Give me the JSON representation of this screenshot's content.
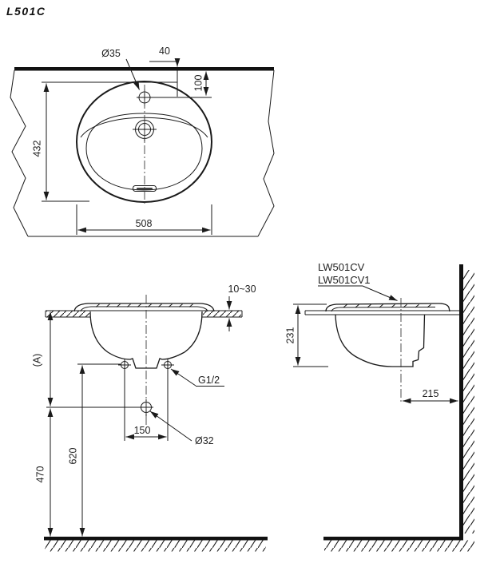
{
  "title": "L501C",
  "top_view": {
    "faucet_hole_dia": "Ø35",
    "hole_edge_offset": "40",
    "hole_center_depth": "100",
    "basin_depth": "432",
    "basin_width": "508"
  },
  "front_view": {
    "counter_thickness": "10~30",
    "height_reference": "(A)",
    "supply_thread": "G1/2",
    "supply_hole_spacing": "150",
    "drain_dia": "Ø32",
    "supply_height": "620",
    "drain_height": "470"
  },
  "side_view": {
    "model_1": "LW501CV",
    "model_2": "LW501CV1",
    "bowl_depth": "231",
    "drain_wall_offset": "215"
  }
}
